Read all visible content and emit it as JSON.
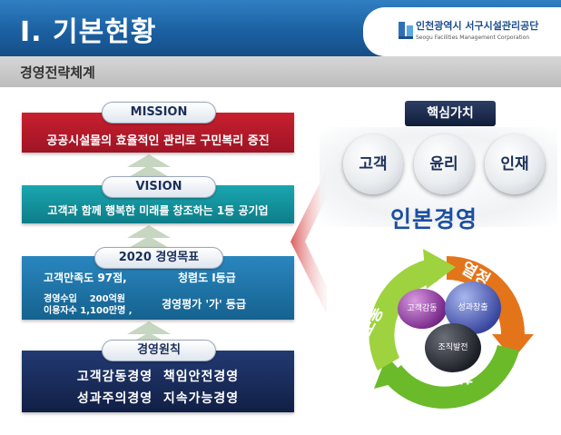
{
  "header": {
    "title": "Ⅰ. 기본현황",
    "logo_main": "인천광역시 서구시설관리공단",
    "logo_sub": "Seogu Facilities Management Corporation"
  },
  "subtitle": "경영전략체계",
  "mission": {
    "label": "MISSION",
    "text": "공공시설물의 효율적인 관리로 구민복리 증진"
  },
  "vision": {
    "label": "VISION",
    "text": "고객과 함께 행복한 미래를 창조하는 1등 공기업"
  },
  "goals": {
    "label": "2020 경영목표",
    "line1a": "고객만족도 97점,",
    "line1b": "청렴도 Ⅰ등급",
    "line2a": "경영수입    200억원",
    "line2b": "이용자수 1,100만명 ,",
    "line2c": "경영평가 '가' 등급"
  },
  "principles": {
    "label": "경영원칙",
    "line1": "고객감동경영  책임안전경영",
    "line2": "성과주의경영  지속가능경영"
  },
  "core_values": {
    "title": "핵심가치",
    "items": [
      "고객",
      "윤리",
      "인재"
    ],
    "center_title": "인본경영",
    "arrows": [
      "열정",
      "소통",
      "화합"
    ],
    "spheres": [
      "고객감동",
      "성과창출",
      "조직발전"
    ]
  },
  "colors": {
    "header_blue": "#1a5e9f",
    "mission_red": "#b3182a",
    "vision_teal": "#12909b",
    "goals_blue": "#1c73a8",
    "principles_navy": "#172a5a",
    "cycle_orange": "#e4741a",
    "cycle_green": "#6aba2a"
  }
}
